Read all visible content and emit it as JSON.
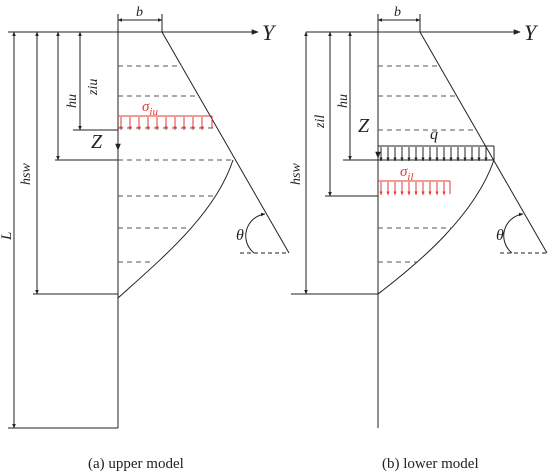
{
  "colors": {
    "ink": "#222222",
    "red": "#e53935",
    "dash": "#555555"
  },
  "left": {
    "labels": {
      "b": "b",
      "Y": "Y",
      "Z": "Z",
      "ziu": "ziu",
      "hu": "hu",
      "hsw": "hsw",
      "L": "L",
      "sigma_main": "σ",
      "sigma_sub": "iu",
      "theta": "θ"
    },
    "caption": "(a)  upper model"
  },
  "right": {
    "labels": {
      "b": "b",
      "Y": "Y",
      "Z": "Z",
      "zil": "zil",
      "hu": "hu",
      "hsw": "hsw",
      "q": "q",
      "sigma_main": "σ",
      "sigma_sub": "il",
      "theta": "θ"
    },
    "caption": "(b)  lower model"
  }
}
